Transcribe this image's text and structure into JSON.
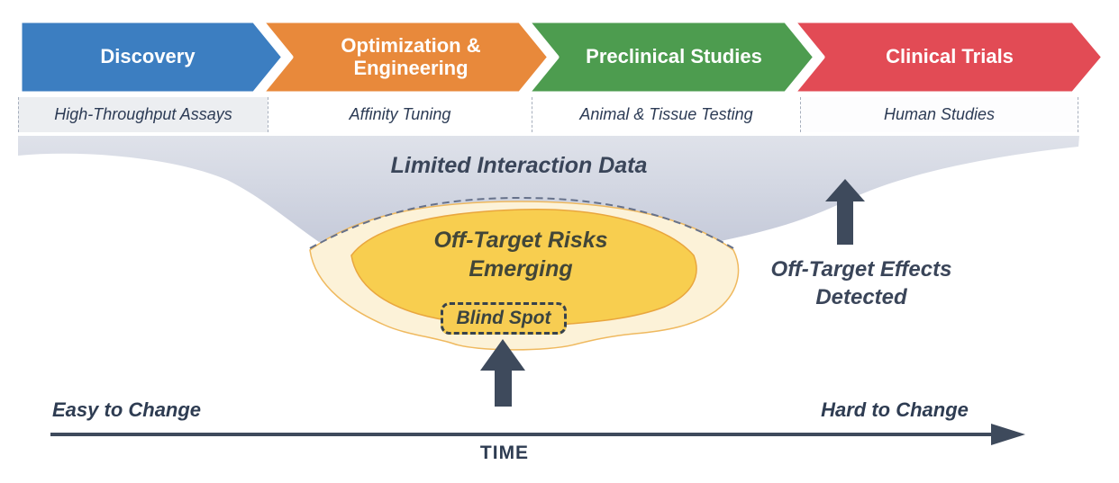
{
  "stages": [
    {
      "label": "Discovery",
      "sublabel": "High-Throughput Assays",
      "color": "#3c7ec1"
    },
    {
      "label": "Optimization & Engineering",
      "sublabel": "Affinity Tuning",
      "color": "#e8893b"
    },
    {
      "label": "Preclinical Studies",
      "sublabel": "Animal & Tissue Testing",
      "color": "#4d9c4f"
    },
    {
      "label": "Clinical Trials",
      "sublabel": "Human Studies",
      "color": "#e24b55"
    }
  ],
  "funnel": {
    "label": "Limited Interaction Data",
    "fill_top": "#dfe2ea",
    "fill_bottom": "#c6cbda"
  },
  "risk_zone": {
    "label": "Off-Target Risks Emerging",
    "outer_fill": "#fcf2d8",
    "inner_fill": "#f8ce4f",
    "outline_color": "#e9a63e",
    "text_color": "#424638"
  },
  "blind_spot": {
    "label": "Blind Spot",
    "fill": "#f7cd52",
    "border_color": "#37424c"
  },
  "detection": {
    "label": "Off-Target Effects Detected"
  },
  "timeline": {
    "left_label": "Easy to Change",
    "right_label": "Hard to Change",
    "axis_label": "TIME",
    "arrow_color": "#3e4a5c"
  }
}
